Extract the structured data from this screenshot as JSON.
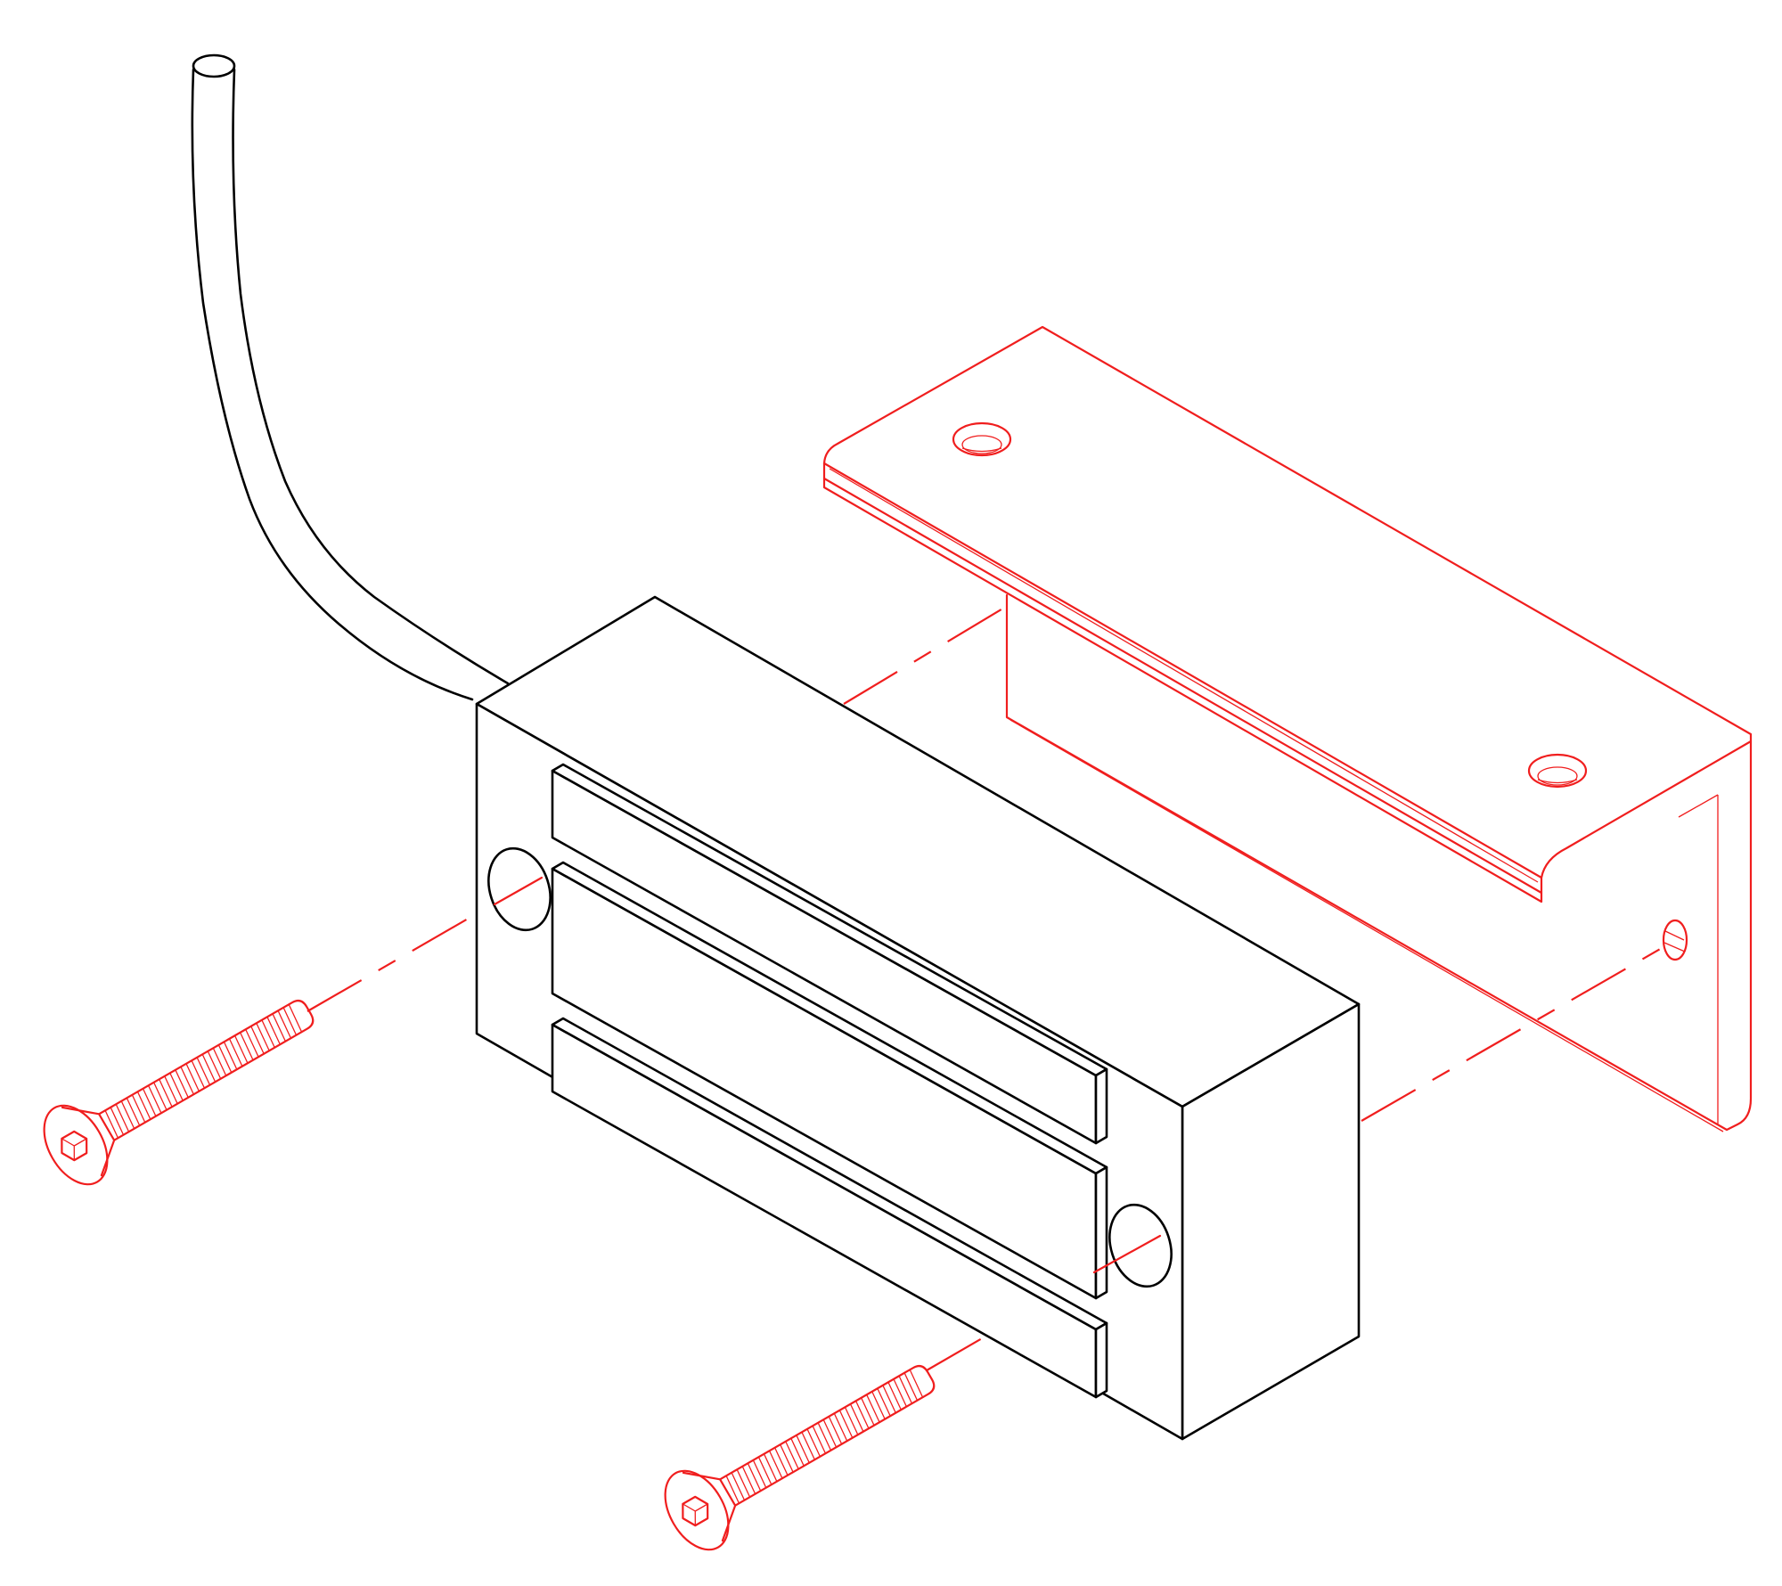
{
  "figure": {
    "kind": "exploded isometric line drawing",
    "parts": [
      {
        "name": "magnet-body",
        "color": "#000000"
      },
      {
        "name": "cable",
        "color": "#000000"
      },
      {
        "name": "mounting-bracket",
        "color": "#f01e1e"
      },
      {
        "name": "countersunk-screw-1",
        "color": "#f01e1e"
      },
      {
        "name": "countersunk-screw-2",
        "color": "#f01e1e"
      }
    ],
    "background": "#ffffff"
  }
}
